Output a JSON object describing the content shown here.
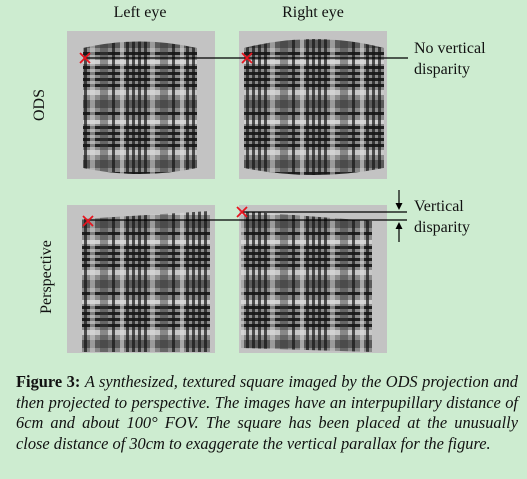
{
  "column_labels": {
    "left": "Left eye",
    "right": "Right eye"
  },
  "row_labels": {
    "top": "ODS",
    "bottom": "Perspective"
  },
  "annotations": {
    "top": [
      "No vertical",
      "disparity"
    ],
    "bottom": [
      "Vertical",
      "disparity"
    ]
  },
  "caption": {
    "number": "Figure 3:",
    "text": "A synthesized, textured square imaged by the ODS projection and then projected to perspective. The images have an interpupillary distance of 6cm and about 100° FOV. The square has been placed at the unusually close distance of 30cm to exaggerate the vertical parallax for the figure."
  },
  "colors": {
    "background": "#cdecd0",
    "panel_bg": "#c3c3c3",
    "plaid_base": "#8a8a8a",
    "plaid_dark": "#141414",
    "plaid_light": "#dcdcdc",
    "marker": "#e8141e"
  }
}
